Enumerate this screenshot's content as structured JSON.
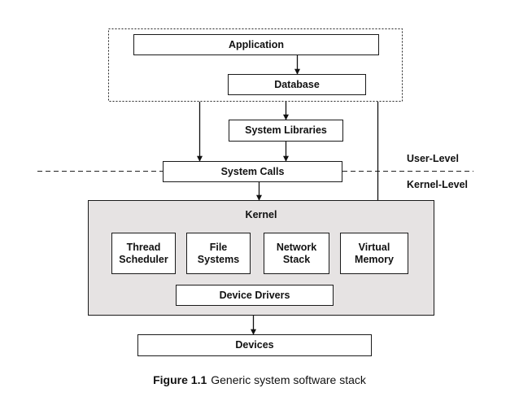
{
  "user_space": {
    "application_label": "Application",
    "database_label": "Database"
  },
  "system_libraries_label": "System Libraries",
  "system_calls_label": "System Calls",
  "levels": {
    "user_level": "User-Level",
    "kernel_level": "Kernel-Level"
  },
  "kernel": {
    "title": "Kernel",
    "modules": [
      {
        "line1": "Thread",
        "line2": "Scheduler"
      },
      {
        "line1": "File",
        "line2": "Systems"
      },
      {
        "line1": "Network",
        "line2": "Stack"
      },
      {
        "line1": "Virtual",
        "line2": "Memory"
      }
    ],
    "device_drivers_label": "Device Drivers"
  },
  "devices_label": "Devices",
  "caption": {
    "figure_number": "Figure 1.1",
    "text": "Generic system software stack"
  }
}
